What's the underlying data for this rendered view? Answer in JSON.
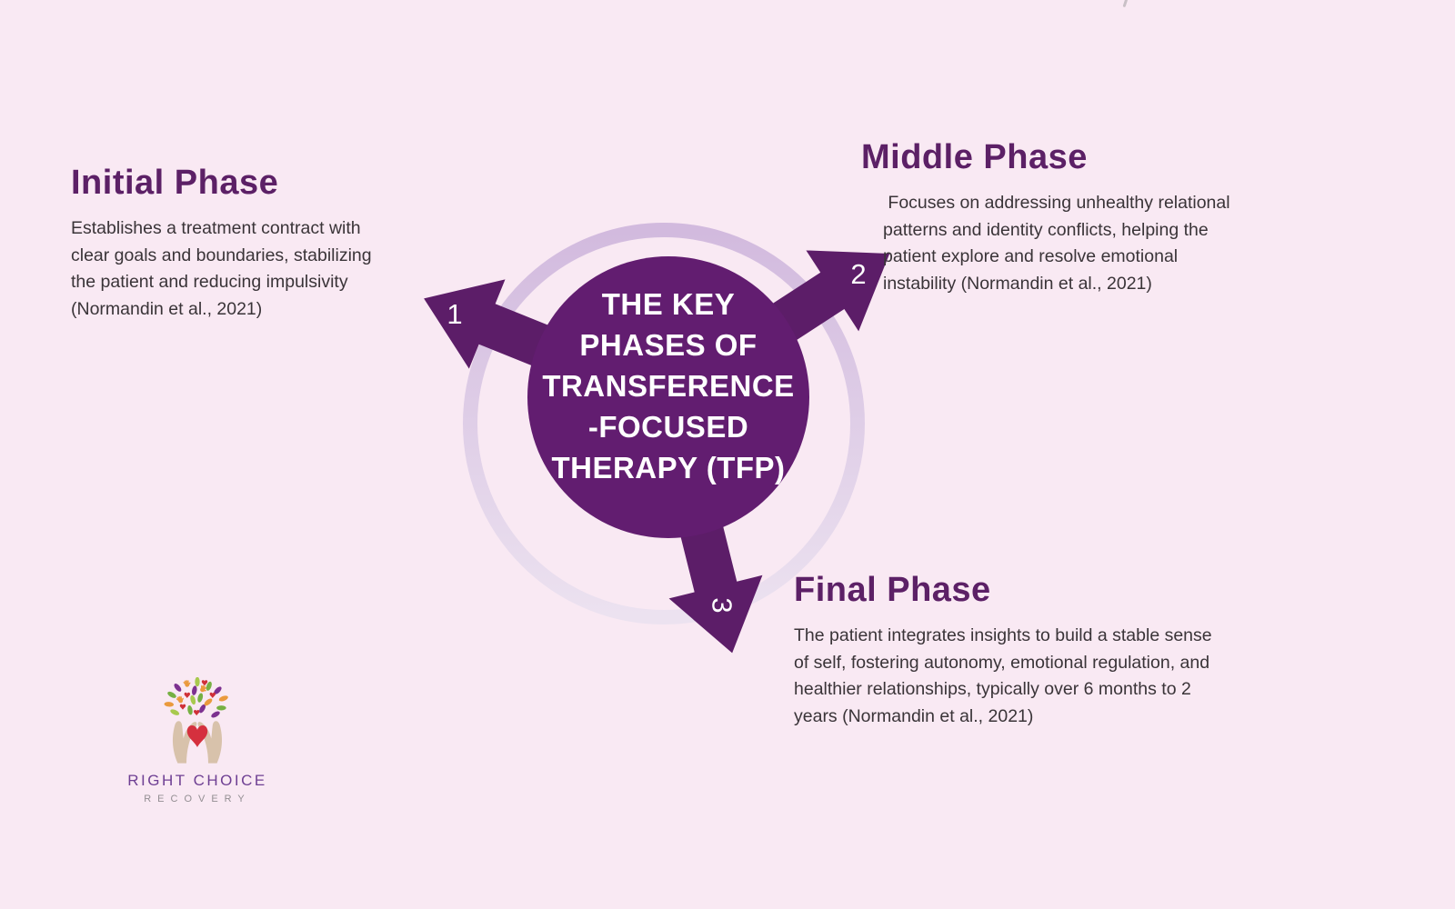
{
  "background_color": "#f9e9f3",
  "diagram": {
    "center_title_lines": [
      "THE KEY",
      "PHASES OF",
      "TRANSFERENCE",
      "-FOCUSED",
      "THERAPY (TFP)"
    ],
    "circle_color": "#621d70",
    "arrow_color": "#5c1d68",
    "ring_color_top": "#d2bade",
    "ring_color_bottom": "#ece2f0",
    "step_numbers": [
      "1",
      "2",
      "3"
    ]
  },
  "phases": [
    {
      "title": "Initial Phase",
      "description": [
        "Establishes a treatment contract with",
        "clear goals and boundaries, stabilizing",
        "the patient and reducing impulsivity",
        "(Normandin et al., 2021)"
      ]
    },
    {
      "title": "Middle Phase",
      "description": [
        " Focuses on addressing unhealthy relational",
        "patterns and identity conflicts, helping the",
        "patient explore and resolve emotional",
        "instability (Normandin et al., 2021)"
      ]
    },
    {
      "title": "Final Phase",
      "description": [
        "The patient integrates insights to build a stable sense",
        "of self, fostering autonomy, emotional regulation, and",
        "healthier relationships, typically over 6 months to 2",
        "years (Normandin et al., 2021)"
      ]
    }
  ],
  "logo": {
    "icon": "hands-holding-heart-with-leaves-icon",
    "name": "RIGHT CHOICE",
    "subtitle": "RECOVERY",
    "name_color": "#6e3f93",
    "subtitle_color": "#938e92",
    "hand_color": "#d8c2ab",
    "heart_color": "#d5303e",
    "leaf_colors": [
      "#ea9a3d",
      "#76b043",
      "#a8c94e",
      "#7d3190",
      "#cf3038"
    ]
  },
  "text_colors": {
    "heading": "#5c2066",
    "body": "#3a3438"
  }
}
